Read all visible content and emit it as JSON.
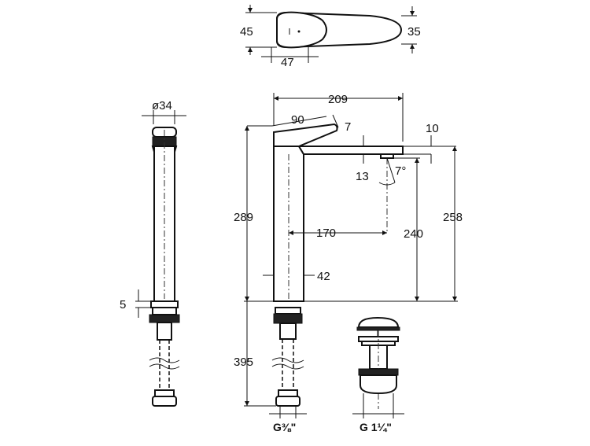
{
  "drawing": {
    "top_view": {
      "dim_depth_left": "45",
      "dim_depth_right": "35",
      "dim_handle": "47"
    },
    "side_view": {
      "dim_diameter": "ø34",
      "dim_collar": "5"
    },
    "front_view": {
      "dim_reach_total": "209",
      "dim_handle_length": "90",
      "dim_handle_angle": "7",
      "dim_spout_thickness": "10",
      "dim_aerator": "13",
      "dim_outlet_angle": "7°",
      "dim_height_body": "289",
      "dim_height_overall": "258",
      "dim_outlet_height": "240",
      "dim_spout_reach": "170",
      "dim_body_width": "42",
      "dim_hose_length": "395",
      "thread_inlet": "G⅜\""
    },
    "waste_view": {
      "thread_waste": "G 1¼\""
    }
  }
}
